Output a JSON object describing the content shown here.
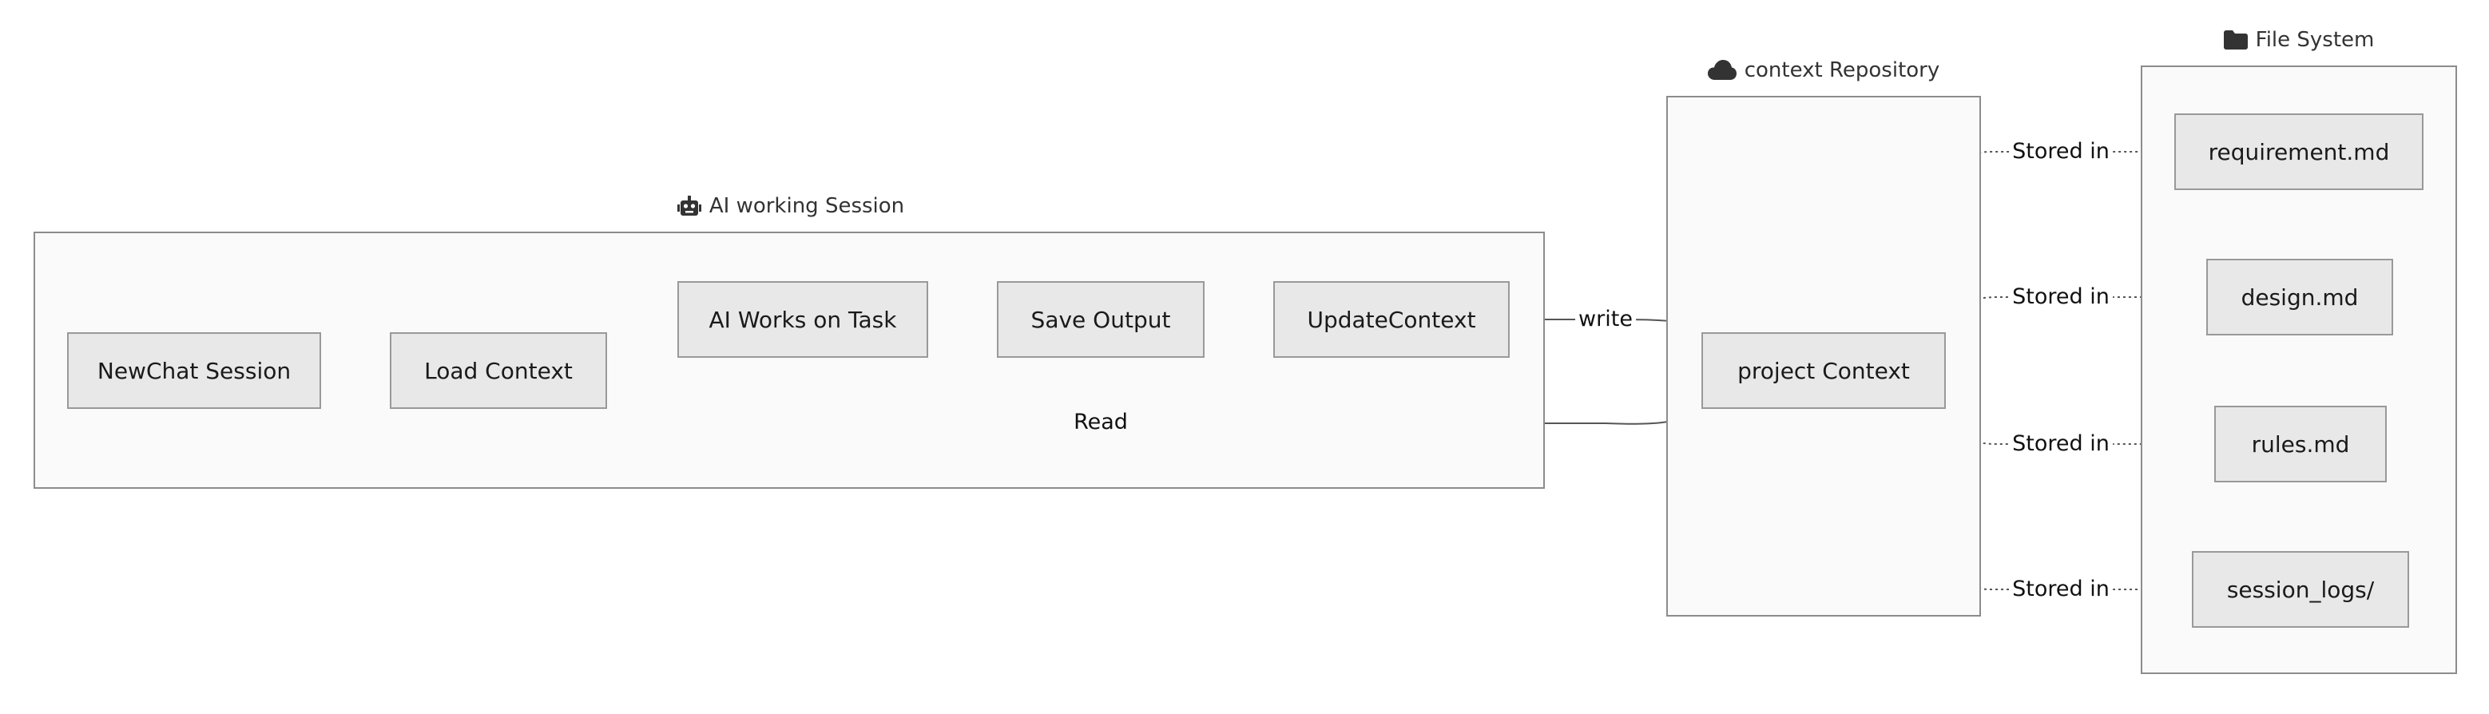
{
  "clusters": {
    "session": {
      "title": "AI working Session",
      "icon": "robot-icon"
    },
    "repository": {
      "title": "context Repository",
      "icon": "cloud-icon"
    },
    "filesystem": {
      "title": "File System",
      "icon": "folder-icon"
    }
  },
  "nodes": {
    "new_chat": "NewChat Session",
    "load_context": "Load Context",
    "ai_works": "AI Works on Task",
    "save_output": "Save Output",
    "update_context": "UpdateContext",
    "project_context": "project Context",
    "requirement": "requirement.md",
    "design": "design.md",
    "rules": "rules.md",
    "session_logs": "session_logs/"
  },
  "edges": {
    "write": "write",
    "read": "Read",
    "stored_in_1": "Stored in",
    "stored_in_2": "Stored in",
    "stored_in_3": "Stored in",
    "stored_in_4": "Stored in"
  },
  "colors": {
    "cluster_fill": "#fafafa",
    "cluster_border": "#8c8c8c",
    "node_fill": "#e8e8e8",
    "node_border": "#999999",
    "edge": "#555555"
  }
}
